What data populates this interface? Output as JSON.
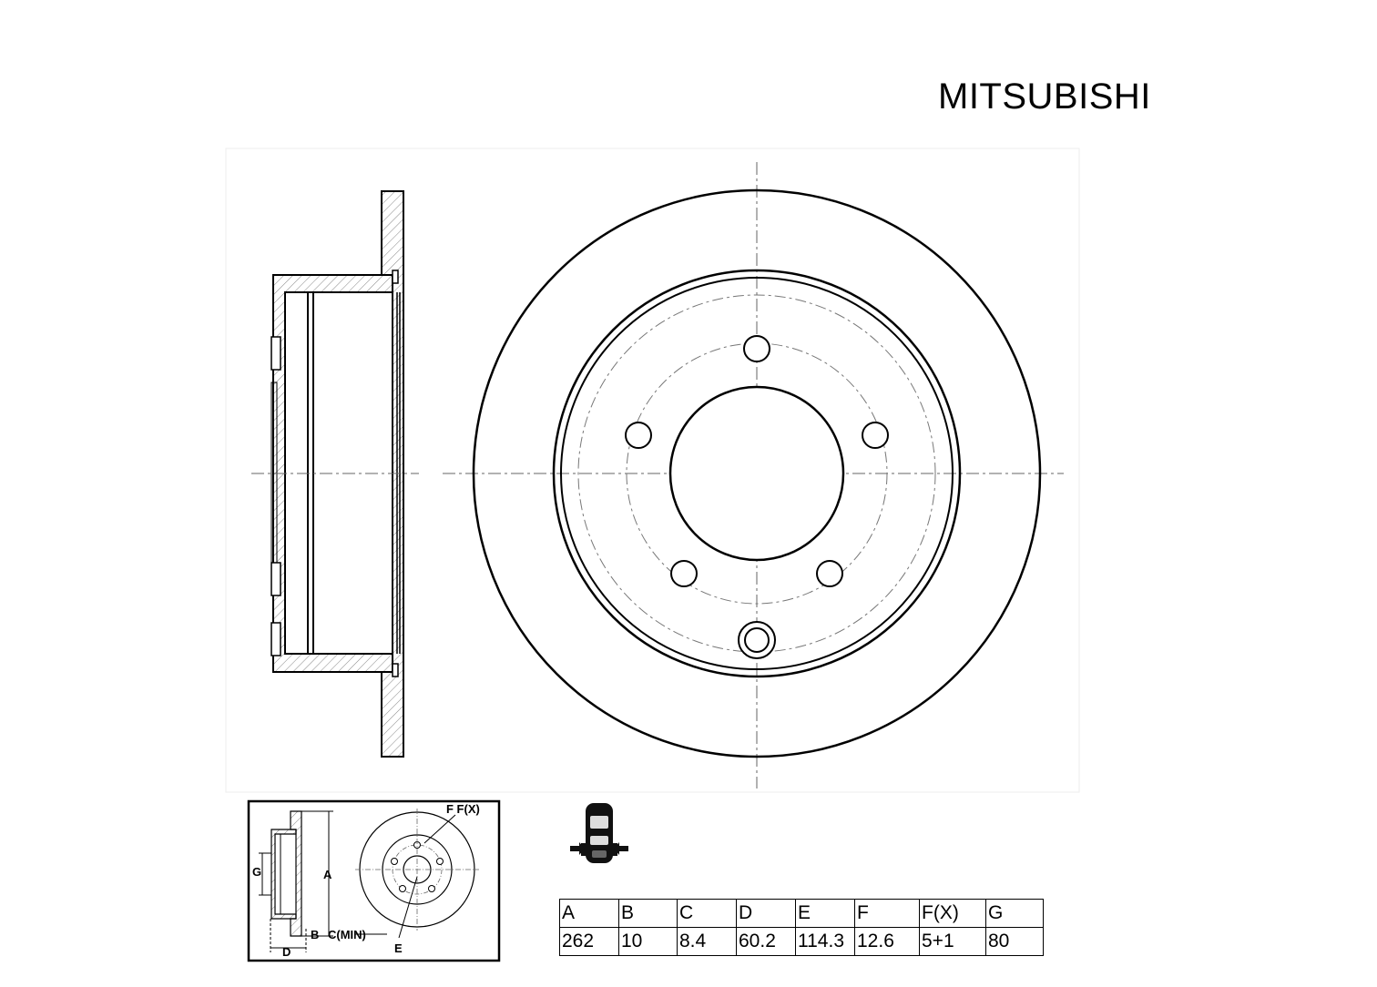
{
  "brand": "MITSUBISHI",
  "main_drawing": {
    "centerline_style": "dash-dot"
  },
  "reference_diagram": {
    "labels": {
      "ff": "F F(X)",
      "g": "G",
      "a": "A",
      "b": "B",
      "c_min": "C(MIN)",
      "d": "D",
      "e": "E"
    }
  },
  "axle_icon": {
    "name": "rear-axle-icon"
  },
  "spec_table": {
    "headers": [
      "A",
      "B",
      "C",
      "D",
      "E",
      "F",
      "F(X)",
      "G"
    ],
    "values": [
      "262",
      "10",
      "8.4",
      "60.2",
      "114.3",
      "12.6",
      "5+1",
      "80"
    ]
  }
}
